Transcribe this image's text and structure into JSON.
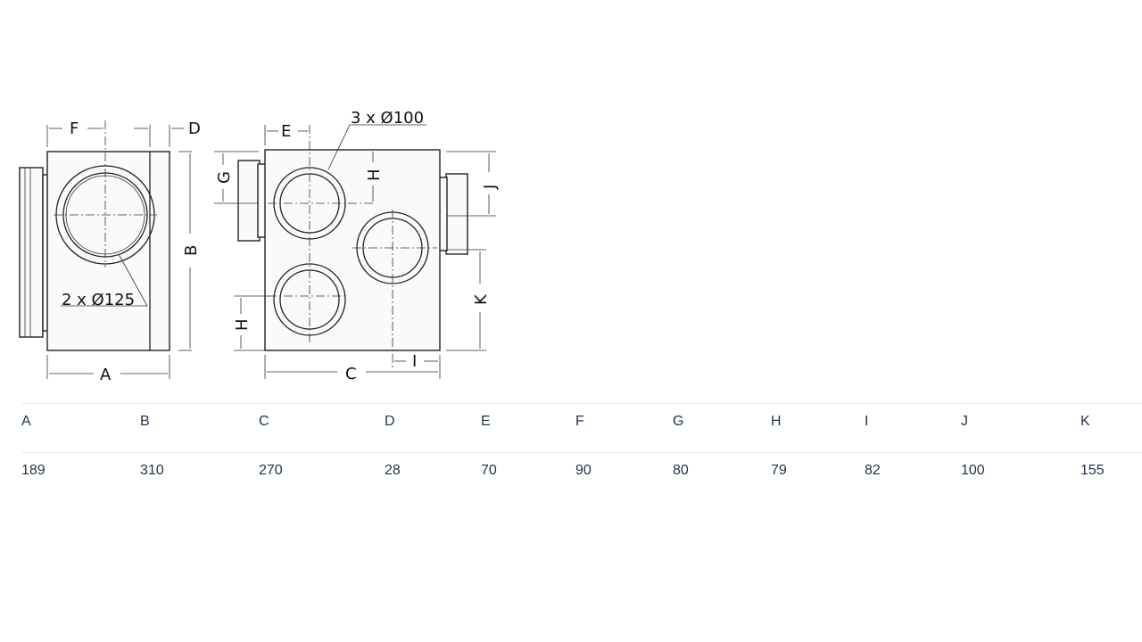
{
  "drawing_labels": {
    "side_F": "F",
    "side_D": "D",
    "side_B": "B",
    "side_A": "A",
    "side_note": "2 x Ø125",
    "front_E": "E",
    "front_note": "3 x Ø100",
    "front_G": "G",
    "front_H_top": "H",
    "front_J": "J",
    "front_K": "K",
    "front_H_bottom": "H",
    "front_C": "C",
    "front_I": "I"
  },
  "table": {
    "headers": [
      "A",
      "B",
      "C",
      "D",
      "E",
      "F",
      "G",
      "H",
      "I",
      "J",
      "K"
    ],
    "values": [
      "189",
      "310",
      "270",
      "28",
      "70",
      "90",
      "80",
      "79",
      "82",
      "100",
      "155"
    ]
  }
}
